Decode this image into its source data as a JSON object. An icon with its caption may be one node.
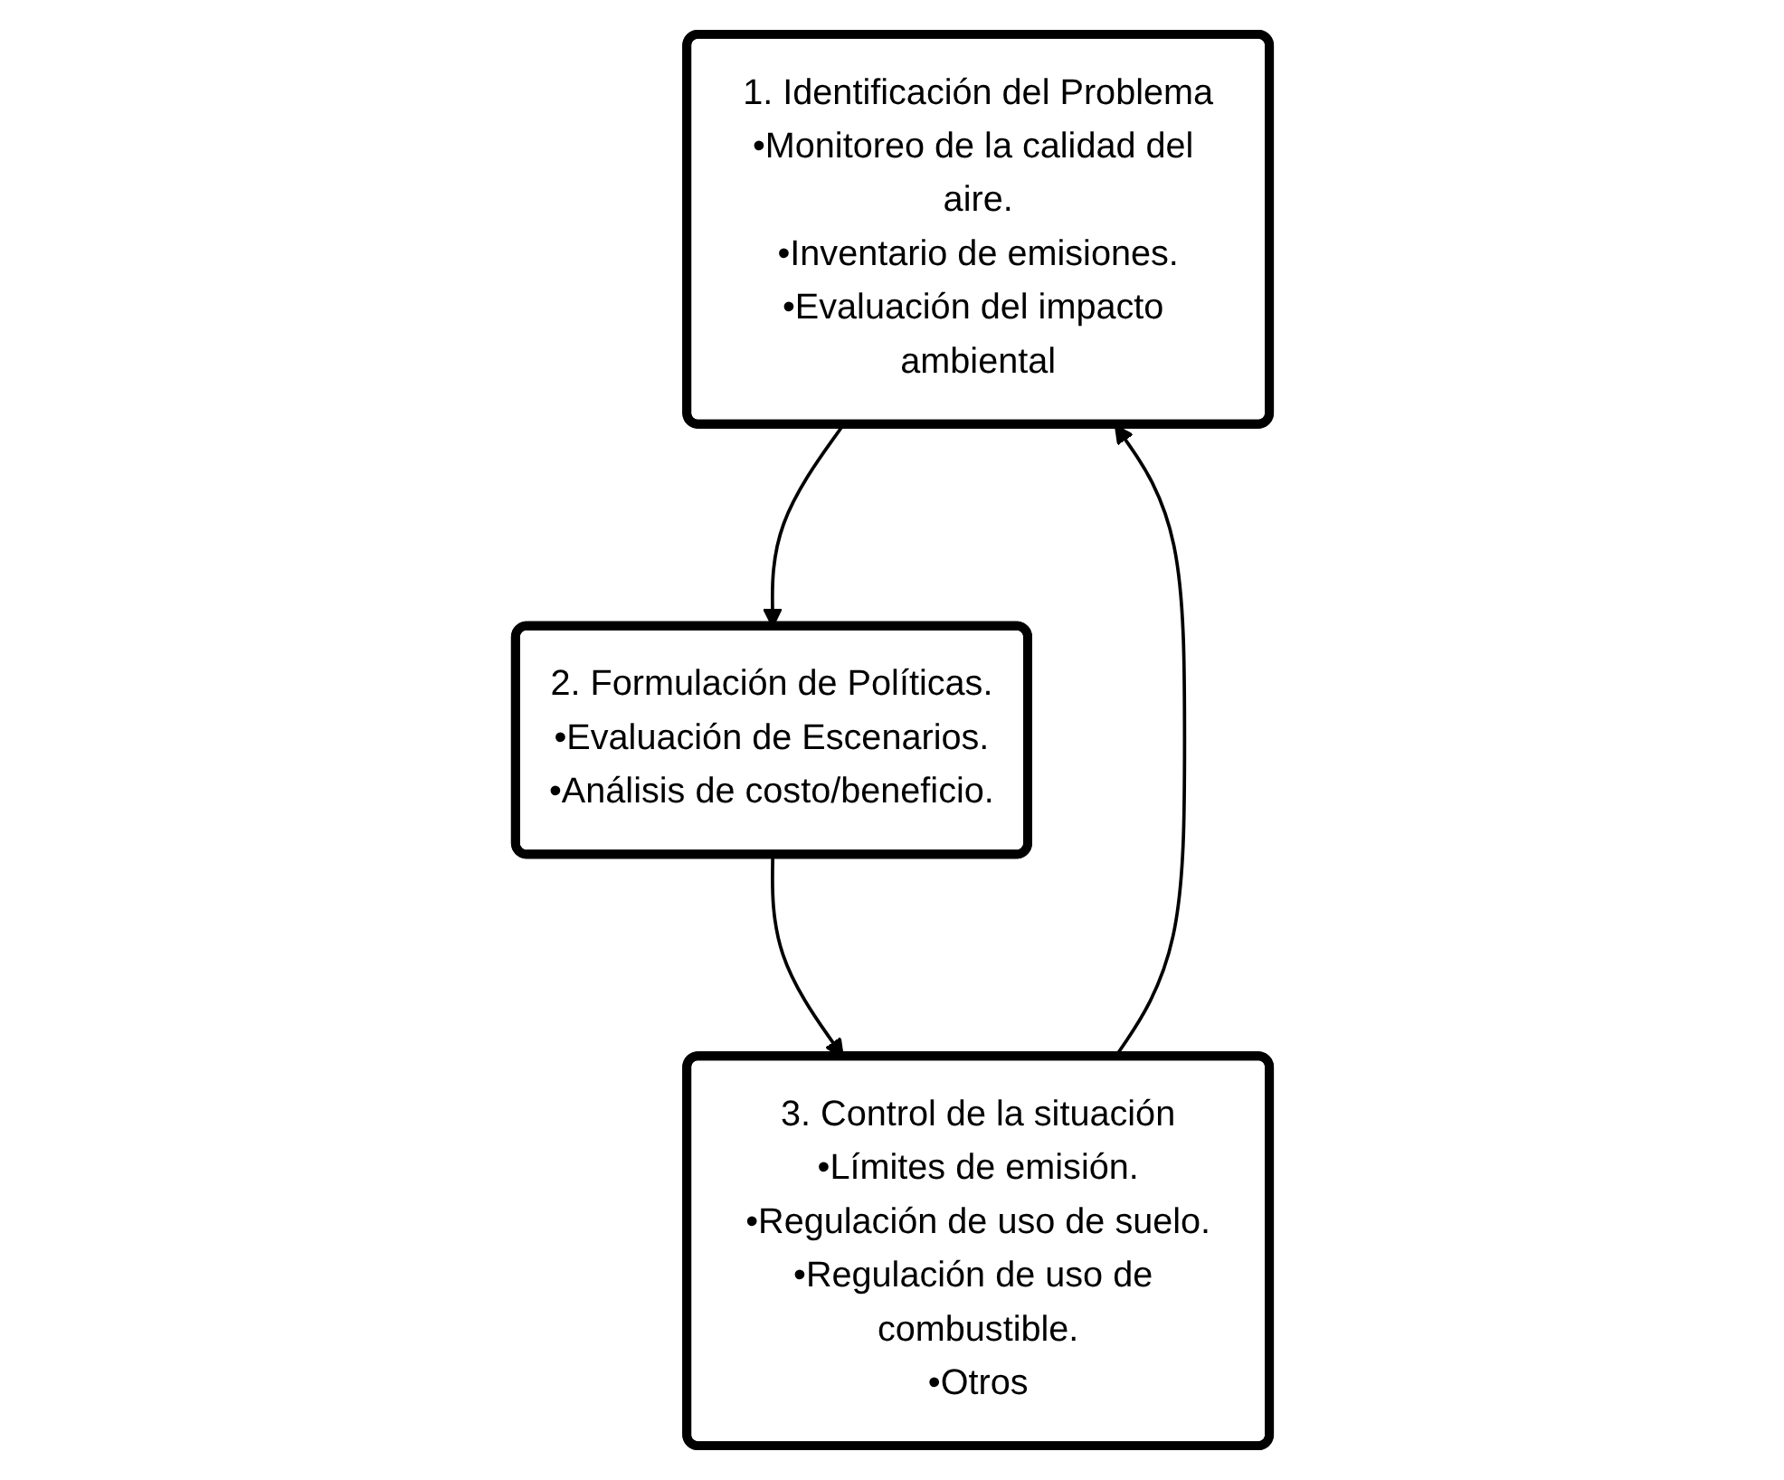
{
  "diagram": {
    "nodes": [
      {
        "text": [
          "1. Identificación del Problema",
          "•Monitoreo de la calidad del aire.",
          "•Inventario de emisiones.",
          "•Evaluación del impacto ambiental"
        ]
      },
      {
        "text": [
          "2. Formulación de Políticas.",
          "•Evaluación de Escenarios.",
          "•Análisis de costo/beneficio."
        ]
      },
      {
        "text": [
          "3. Control de la situación",
          "•Límites de emisión.",
          "•Regulación de uso de suelo.",
          "•Regulación de uso de combustible.",
          "•Otros"
        ]
      }
    ],
    "edges": [
      {
        "from": 0,
        "to": 1,
        "arrow": "to"
      },
      {
        "from": 1,
        "to": 2,
        "arrow": "to"
      },
      {
        "from": 2,
        "to": 0,
        "arrow": "to"
      }
    ]
  }
}
